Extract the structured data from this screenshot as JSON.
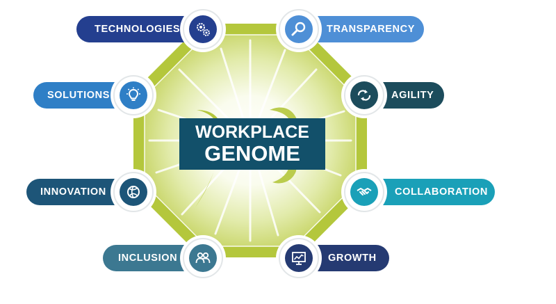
{
  "center": {
    "line1": "WORKPLACE",
    "line2": "GENOME"
  },
  "nodes": [
    {
      "id": "technologies",
      "label": "TECHNOLOGIES",
      "icon": "gears-icon",
      "color": "#243f8f",
      "side": "left"
    },
    {
      "id": "transparency",
      "label": "TRANSPARENCY",
      "icon": "magnifier-icon",
      "color": "#4e8fd6",
      "side": "right"
    },
    {
      "id": "solutions",
      "label": "SOLUTIONS",
      "icon": "lightbulb-icon",
      "color": "#2f7fc6",
      "side": "left"
    },
    {
      "id": "agility",
      "label": "AGILITY",
      "icon": "cycle-arrows-icon",
      "color": "#1c4c5c",
      "side": "right"
    },
    {
      "id": "innovation",
      "label": "INNOVATION",
      "icon": "globe-icon",
      "color": "#1d5578",
      "side": "left"
    },
    {
      "id": "collaboration",
      "label": "COLLABORATION",
      "icon": "handshake-icon",
      "color": "#1aa0b8",
      "side": "right"
    },
    {
      "id": "inclusion",
      "label": "INCLUSION",
      "icon": "people-icon",
      "color": "#3c7891",
      "side": "left"
    },
    {
      "id": "growth",
      "label": "GROWTH",
      "icon": "chart-board-icon",
      "color": "#253a72",
      "side": "right"
    }
  ],
  "colors": {
    "octagon": "#b4c73c",
    "glow_center": "#ffffff",
    "logo_bg": "#12506a",
    "logo_accent": "#b4c73c"
  }
}
